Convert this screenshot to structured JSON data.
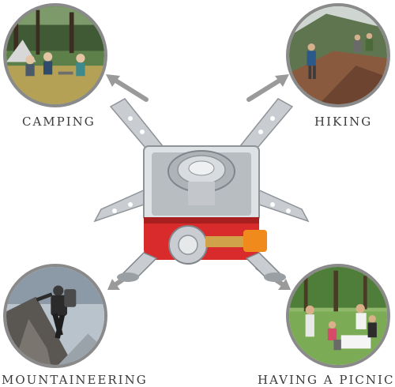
{
  "labels": {
    "camping": "CAMPING",
    "hiking": "HIKING",
    "mountaineering": "MOUNTAINEERING",
    "picnic": "HAVING A PICNIC"
  },
  "colors": {
    "ring": "#8a8a8a",
    "arrow": "#9a9a9a",
    "stove_red": "#d92b2b",
    "valve_orange": "#f08a1c",
    "steel": "#c9ccd0"
  }
}
